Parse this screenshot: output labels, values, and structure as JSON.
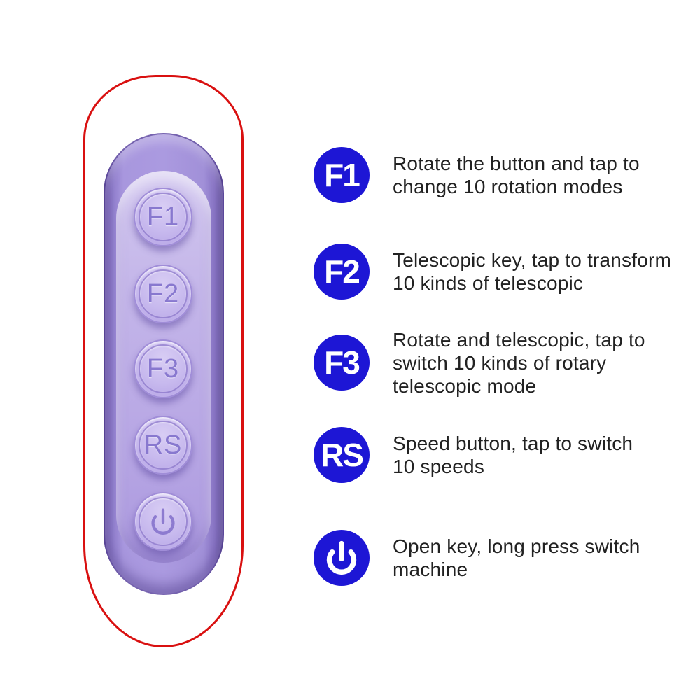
{
  "figure": {
    "remote": {
      "buttons": [
        "F1",
        "F2",
        "F3",
        "RS"
      ],
      "power_button_icon": "power-icon"
    },
    "legend": [
      {
        "badge": "F1",
        "desc_lines": [
          "Rotate the button and tap to",
          "change 10 rotation modes"
        ]
      },
      {
        "badge": "F2",
        "desc_lines": [
          "Telescopic key, tap to transform",
          "10 kinds of telescopic"
        ]
      },
      {
        "badge": "F3",
        "desc_lines": [
          "Rotate and telescopic, tap to",
          "switch 10 kinds of rotary",
          "telescopic mode"
        ]
      },
      {
        "badge": "RS",
        "desc_lines": [
          "Speed button, tap to switch",
          "10 speeds"
        ]
      },
      {
        "badge": "power-icon",
        "desc_lines": [
          "Open key, long press switch",
          "machine"
        ]
      }
    ],
    "colors": {
      "badge_blue": "#1d16d5",
      "callout_outline_red": "#d91010",
      "remote_body_purple": "#ab9ae0",
      "button_face_purple": "#c8baee",
      "button_glyph_purple": "#8878cf",
      "description_text": "#222222"
    }
  }
}
